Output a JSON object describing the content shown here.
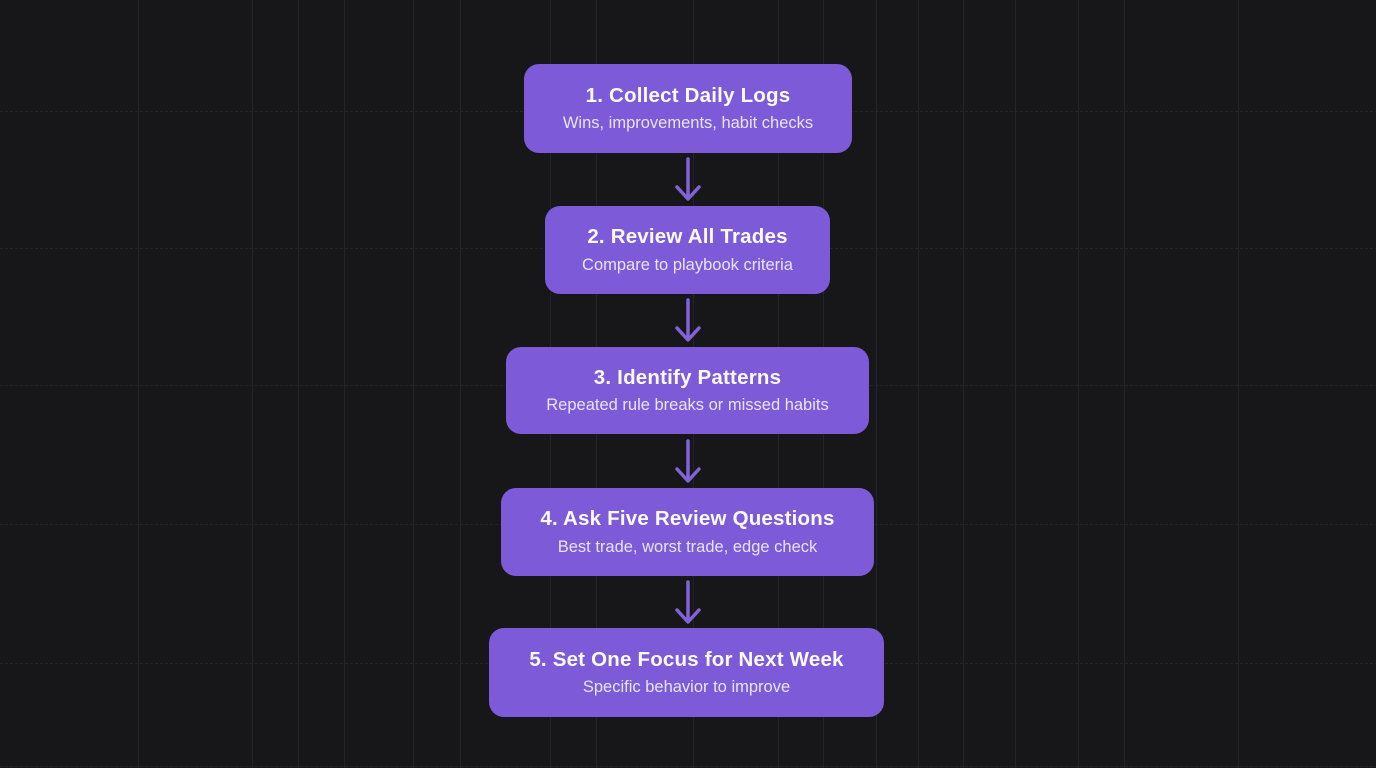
{
  "colors": {
    "background": "#17171a",
    "grid": "#232329",
    "node": "#7c5ad8",
    "arrow": "#8163d8",
    "title": "#fafafd",
    "subtitle": "#e9e4f8"
  },
  "flowchart": {
    "steps": [
      {
        "title": "1. Collect Daily Logs",
        "subtitle": "Wins, improvements, habit checks"
      },
      {
        "title": "2. Review All Trades",
        "subtitle": "Compare to playbook criteria"
      },
      {
        "title": "3. Identify Patterns",
        "subtitle": "Repeated rule breaks or missed habits"
      },
      {
        "title": "4. Ask Five Review Questions",
        "subtitle": "Best trade, worst trade, edge check"
      },
      {
        "title": "5. Set One Focus for Next Week",
        "subtitle": "Specific behavior to improve"
      }
    ]
  }
}
